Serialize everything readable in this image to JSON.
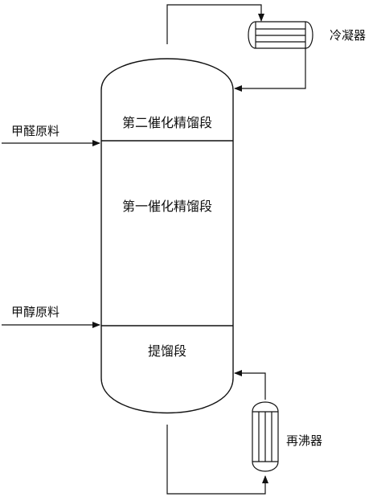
{
  "labels": {
    "condenser": "冷凝器",
    "reboiler": "再沸器",
    "section_top": "第二催化精馏段",
    "section_middle": "第一催化精馏段",
    "section_bottom": "提馏段",
    "feed_formaldehyde": "甲醛原料",
    "feed_methanol": "甲醇原料"
  },
  "colors": {
    "line": "#111111",
    "background": "#ffffff"
  }
}
